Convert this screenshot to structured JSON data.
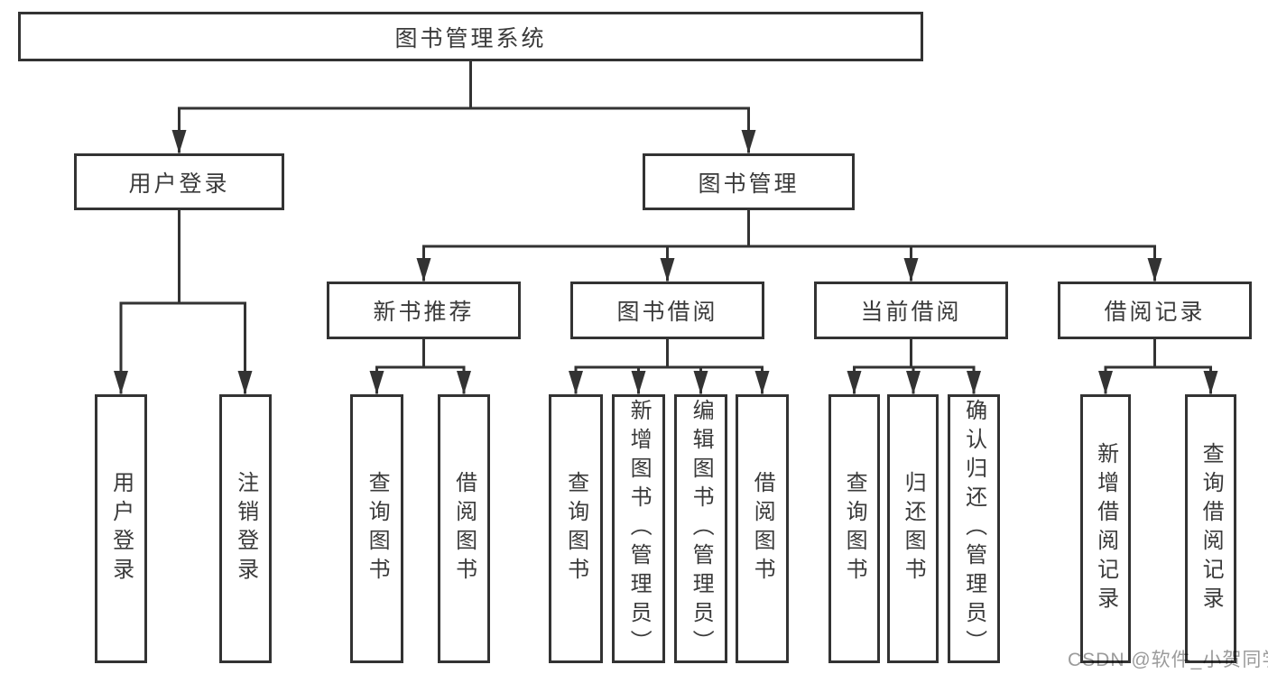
{
  "diagram": {
    "root": {
      "label": "图书管理系统"
    },
    "branches": [
      {
        "label": "用户登录",
        "children": [
          {
            "label": "用户登录"
          },
          {
            "label": "注销登录"
          }
        ]
      },
      {
        "label": "图书管理",
        "children": [
          {
            "label": "新书推荐",
            "children": [
              {
                "label": "查询图书"
              },
              {
                "label": "借阅图书"
              }
            ]
          },
          {
            "label": "图书借阅",
            "children": [
              {
                "label": "查询图书"
              },
              {
                "label": "新增图书（管理员）"
              },
              {
                "label": "编辑图书（管理员）"
              },
              {
                "label": "借阅图书"
              }
            ]
          },
          {
            "label": "当前借阅",
            "children": [
              {
                "label": "查询图书"
              },
              {
                "label": "归还图书"
              },
              {
                "label": "确认归还（管理员）"
              }
            ]
          },
          {
            "label": "借阅记录",
            "children": [
              {
                "label": "新增借阅记录"
              },
              {
                "label": "查询借阅记录"
              }
            ]
          }
        ]
      }
    ]
  },
  "watermark": {
    "text": "CSDN @软件_小贺同学"
  },
  "colors": {
    "line": "#333333",
    "text": "#3a3a3a",
    "background": "#ffffff",
    "watermark": "#9b9b9b"
  }
}
